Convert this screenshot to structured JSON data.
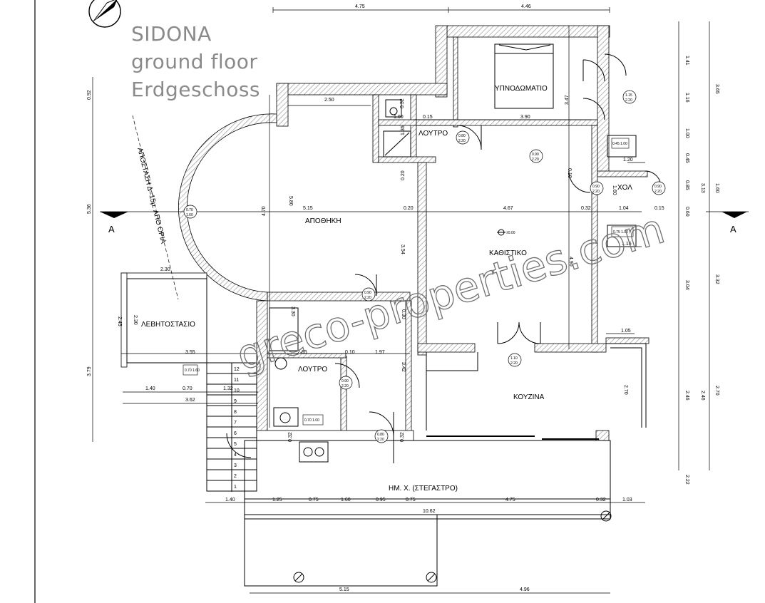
{
  "title": {
    "line1": "SIDONA",
    "line2": "ground floor",
    "line3": "Erdgeschoss"
  },
  "rooms": {
    "bedroom": "ΥΠΝΟΔΩΜΑΤΙΟ",
    "bath_upper": "ΛΟΥΤΡΟ",
    "hall": "ΧΟΛ",
    "storage": "ΑΠΟΘΗΚΗ",
    "living": "ΚΑΘΙΣΤΙΚΟ",
    "boiler": "ΛΕΒΗΤΟΣΤΑΣΙΟ",
    "bath_lower": "ΛΟΥΤΡΟ",
    "kitchen": "ΚΟΥΖΙΝΑ",
    "porch": "ΗΜ. Χ. (ΣΤΕΓΑΣΤΡΟ)"
  },
  "boundary_note": "ΑΠΟΣΤΑΣΗ Δ=15μ. ΑΠΟ ΟΡΙΑ",
  "section_marker": "A",
  "watermark": "greco-properties.com",
  "dimensions": {
    "top": [
      "4.75",
      "4.46"
    ],
    "bottom_row1": [
      "1.40",
      "1.25",
      "0.75",
      "1.60",
      "0.95",
      "0.75",
      "4.75",
      "0.32",
      "1.03"
    ],
    "bottom_total": "10.62",
    "bottom_row2": [
      "5.15",
      "4.96"
    ],
    "left": [
      "0.92",
      "5.36",
      "3.79"
    ],
    "right_a": [
      "1.41",
      "1.16",
      "1.00",
      "0.45",
      "0.85",
      "0.60",
      "3.04",
      "2.46"
    ],
    "right_b": [
      "3.65",
      "3.13",
      "1.60",
      "3.32",
      "2.46",
      "2.70"
    ],
    "right_c": [
      "2.22"
    ],
    "interior": [
      "2.50",
      "0.32",
      "1.00",
      "0.15",
      "3.90",
      "3.47",
      "1.36",
      "0.20",
      "5.80",
      "4.70",
      "5.15",
      "0.20",
      "4.67",
      "0.32",
      "1.04",
      "0.15",
      "1.16",
      "3.54",
      "4.90",
      "2.30",
      "2.45",
      "2.30",
      "3.30",
      "0.30",
      "3.55",
      "2.65",
      "0.10",
      "1.97",
      "1.05",
      "3.42",
      "2.70",
      "1.40",
      "0.70",
      "1.32",
      "3.62",
      "0.32",
      "0.32",
      "1.20",
      "0.10",
      "1.60"
    ]
  },
  "door_tags": [
    {
      "w": "0.80",
      "h": "2.20"
    },
    {
      "w": "1.15",
      "h": "2.20"
    },
    {
      "w": "0.90",
      "h": "2.20"
    },
    {
      "w": "0.90",
      "h": "2.20"
    },
    {
      "w": "0.90",
      "h": "2.20"
    },
    {
      "w": "0.90",
      "h": "2.20"
    },
    {
      "w": "0.70",
      "h": "1.60"
    },
    {
      "w": "0.80",
      "h": "2.20"
    },
    {
      "w": "1.10",
      "h": "2.20"
    },
    {
      "w": "0.90",
      "h": "2.20"
    }
  ],
  "window_tags": [
    "0.70 1.60",
    "0.45 1.00",
    "0.70 1.00",
    "0.75 1.00"
  ],
  "level_mark": "±0.00",
  "stairs": [
    "12",
    "11",
    "10",
    "9",
    "8",
    "7",
    "6",
    "5",
    "4",
    "3",
    "2",
    "1"
  ],
  "colors": {
    "line": "#000000",
    "hatch": "#8c8c8c",
    "title": "#8a8a8a"
  }
}
